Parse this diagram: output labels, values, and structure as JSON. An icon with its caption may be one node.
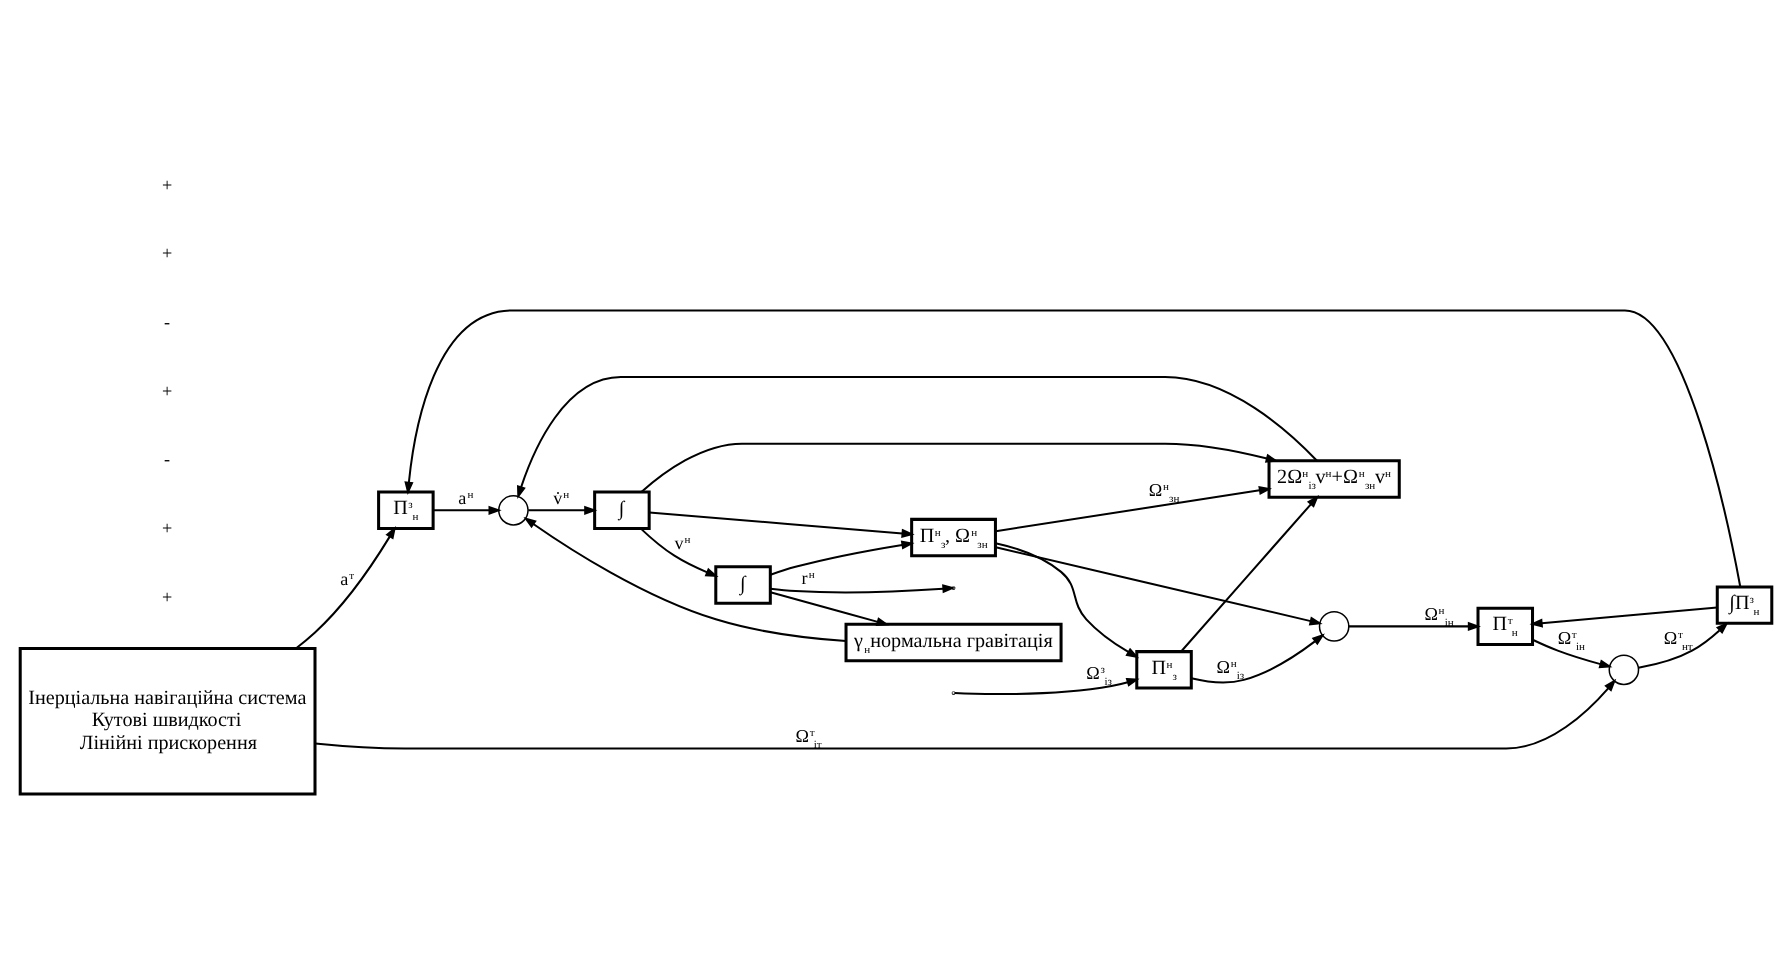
{
  "diagram": {
    "nodes": [
      {
        "text": [
          "Інерціальна навігаційна система",
          "Кутові швидкості",
          "Лінійні прискорення"
        ]
      },
      {
        "text": [
          "Π$^{з}$$_{н}$"
        ]
      },
      {
        "text": [],
        "shape": "circle"
      },
      {
        "text": [
          "γ$_{н}$нормальна гравітація"
        ]
      },
      {
        "text": [
          "∫"
        ]
      },
      {
        "text": [
          "∫"
        ]
      },
      {
        "text": [
          "2Ω$^{н}$$_{із}$v$^{н}$+Ω$^{н}$$_{зн}$v$^{н}$"
        ]
      },
      {
        "text": [
          "Π$^{н}$$_{з}$, Ω$^{н}$$_{зн}$"
        ]
      },
      {
        "text": [],
        "shape": "circle"
      },
      {
        "text": [
          "∫Π$^{з}$$_{н}$"
        ]
      },
      {
        "text": [
          "Π$^{т}$$_{н}$"
        ]
      },
      {
        "text": [],
        "shape": "circle"
      },
      {
        "text": [
          "Π$^{н}$$_{з}$"
        ]
      }
    ],
    "edges": [
      {
        "from": 0,
        "to": 1,
        "arrow": "to",
        "label": "a$^{т}$"
      },
      {
        "from": 1,
        "to": 2,
        "arrow": "to",
        "label": "a$^{н}$"
      },
      {
        "from": 3,
        "to": 2,
        "arrow": "to"
      },
      {
        "from": 6,
        "to": 2,
        "arrow": "to"
      },
      {
        "from": 2,
        "to": 4,
        "arrow": "to",
        "label": "v̇$^{н}$"
      },
      {
        "from": 4,
        "to": 5,
        "arrow": "to",
        "label": "v$^{н}$"
      },
      {
        "from": 4,
        "to": 6,
        "arrow": "to"
      },
      {
        "from": 4,
        "to": 7,
        "arrow": "to"
      },
      {
        "from": 5,
        "to": null,
        "arrow": "to",
        "label": "r$^{н}$"
      },
      {
        "from": 5,
        "to": 3,
        "arrow": "to"
      },
      {
        "from": 5,
        "to": 7,
        "arrow": "to"
      },
      {
        "from": 7,
        "to": 6,
        "arrow": "to",
        "label": "Ω$^{н}$$_{зн}$"
      },
      {
        "from": 7,
        "to": 11,
        "arrow": "to"
      },
      {
        "from": 12,
        "to": 11,
        "arrow": "to",
        "label": "Ω$^{н}$$_{із}$"
      },
      {
        "from": 12,
        "to": 6,
        "arrow": "to"
      },
      {
        "from": 11,
        "to": 10,
        "arrow": "to",
        "label": "Ω$^{н}$$_{ін}$"
      },
      {
        "from": 10,
        "to": 8,
        "arrow": "to",
        "label": "Ω$^{т}$$_{ін}$"
      },
      {
        "from": 0,
        "to": 8,
        "arrow": "to",
        "label": "Ω$^{т}$$_{іт}$"
      },
      {
        "from": 8,
        "to": 9,
        "arrow": "to",
        "label": "Ω$^{т}$$_{нт}$"
      },
      {
        "from": 9,
        "to": 1,
        "arrow": "to"
      },
      {
        "from": 9,
        "to": 10,
        "arrow": "to"
      },
      {
        "from": 7,
        "to": 12,
        "arrow": "to"
      },
      {
        "from": null,
        "to": 12,
        "arrow": "to",
        "label": "Ω$^{з}$$_{із}$"
      }
    ],
    "labels": [
      "+",
      "+",
      "-",
      "+",
      "-",
      "+",
      "+"
    ]
  }
}
